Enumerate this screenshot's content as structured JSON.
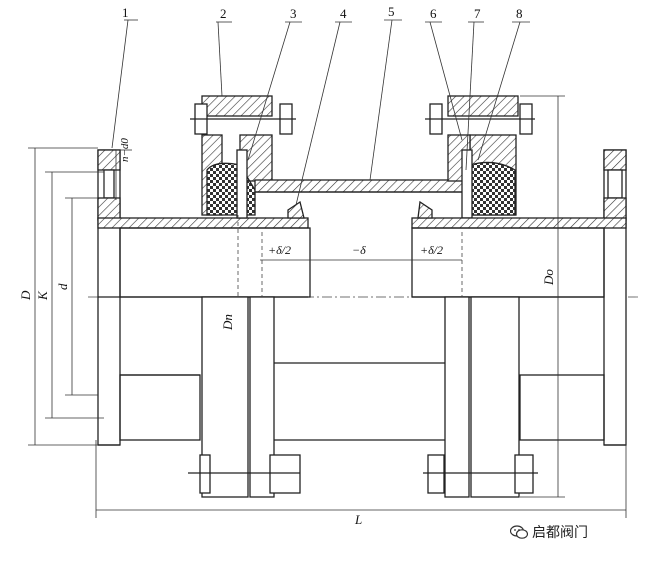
{
  "parts": [
    "1",
    "2",
    "3",
    "4",
    "5",
    "6",
    "7",
    "8"
  ],
  "dims": {
    "flange_dia": "D",
    "bolt_circle": "K",
    "bore": "d",
    "bolt_holes": "n−d0",
    "inner_dia": "Dn",
    "outer_dia": "Do",
    "length": "L",
    "gap_left": "+δ/2",
    "gap_mid": "−δ",
    "gap_right": "+δ/2"
  },
  "watermark": {
    "text": "启都阀门",
    "icon": "wechat-icon"
  }
}
